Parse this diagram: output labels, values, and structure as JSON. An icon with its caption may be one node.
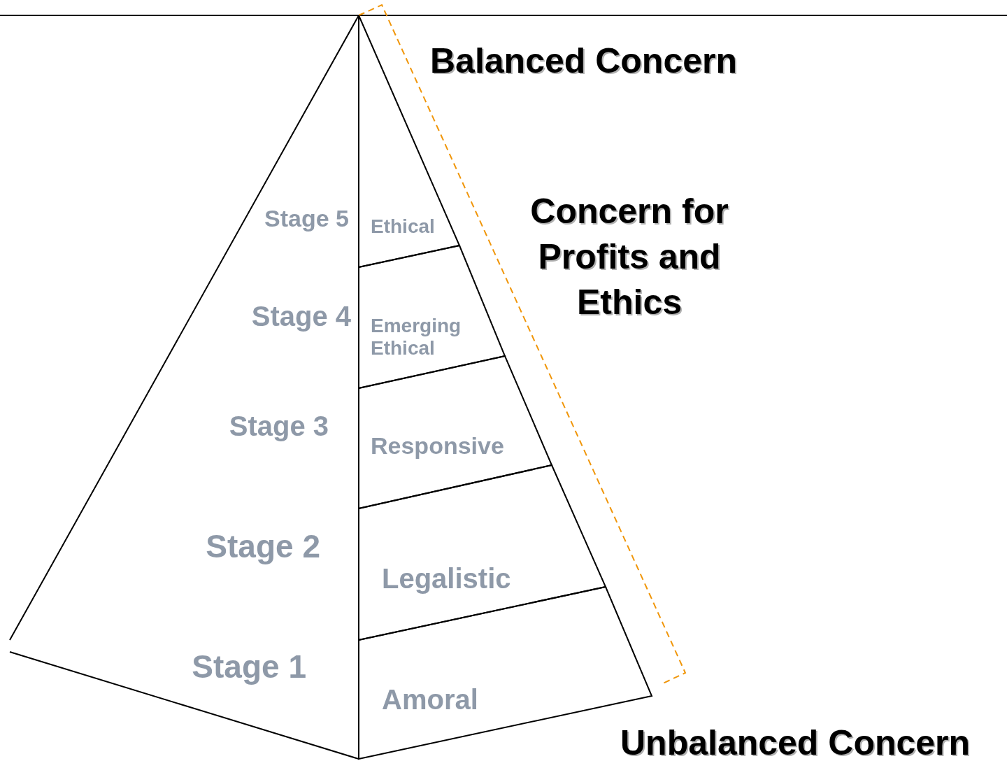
{
  "diagram": {
    "nodes": [
      {
        "text": [
          "Ethical"
        ]
      },
      {
        "text": [
          "Emerging Ethical"
        ]
      },
      {
        "text": [
          "Responsive"
        ]
      },
      {
        "text": [
          "Legalistic"
        ]
      },
      {
        "text": [
          "Amoral"
        ]
      }
    ],
    "labels": [
      "Balanced Concern",
      "Stage 5",
      "Concern for Profits and Ethics",
      "Stage 4",
      "Stage 3",
      "Stage 2",
      "Stage 1",
      "Unbalanced Concern"
    ]
  }
}
